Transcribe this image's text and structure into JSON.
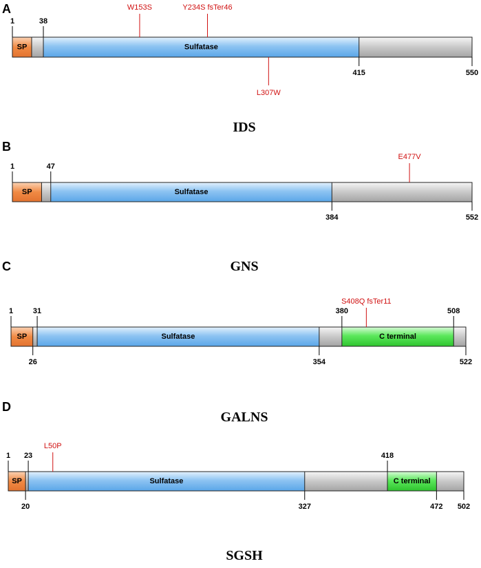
{
  "panels": [
    {
      "letter": "A",
      "gene": "IDS",
      "length": 550,
      "domains": [
        {
          "label": "SP",
          "start": 1,
          "end": 24,
          "color": "#f5a06a"
        },
        {
          "label": "Sulfatase",
          "start": 38,
          "end": 415,
          "color": "#8ec4f2"
        }
      ],
      "ticks": [
        {
          "label": "1",
          "pos": 1,
          "side": "top"
        },
        {
          "label": "38",
          "pos": 38,
          "side": "top"
        },
        {
          "label": "415",
          "pos": 415,
          "side": "bottom"
        },
        {
          "label": "550",
          "pos": 550,
          "side": "bottom"
        }
      ],
      "mutations": [
        {
          "label": "W153S",
          "pos": 153,
          "side": "top"
        },
        {
          "label": "Y234S fsTer46",
          "pos": 234,
          "side": "top"
        },
        {
          "label": "L307W",
          "pos": 307,
          "side": "bottom"
        }
      ]
    },
    {
      "letter": "B",
      "gene": "GNS",
      "length": 552,
      "domains": [
        {
          "label": "SP",
          "start": 1,
          "end": 36,
          "color": "#f5a06a"
        },
        {
          "label": "Sulfatase",
          "start": 47,
          "end": 384,
          "color": "#8ec4f2"
        }
      ],
      "ticks": [
        {
          "label": "1",
          "pos": 1,
          "side": "top"
        },
        {
          "label": "47",
          "pos": 47,
          "side": "top"
        },
        {
          "label": "384",
          "pos": 384,
          "side": "bottom"
        },
        {
          "label": "552",
          "pos": 552,
          "side": "bottom"
        }
      ],
      "mutations": [
        {
          "label": "E477V",
          "pos": 477,
          "side": "top"
        }
      ]
    },
    {
      "letter": "C",
      "gene": "GALNS",
      "length": 522,
      "domains": [
        {
          "label": "SP",
          "start": 1,
          "end": 26,
          "color": "#f5a06a"
        },
        {
          "label": "Sulfatase",
          "start": 31,
          "end": 354,
          "color": "#8ec4f2"
        },
        {
          "label": "C terminal",
          "start": 380,
          "end": 508,
          "color": "#5ce85c"
        }
      ],
      "ticks": [
        {
          "label": "1",
          "pos": 1,
          "side": "top"
        },
        {
          "label": "31",
          "pos": 31,
          "side": "top"
        },
        {
          "label": "380",
          "pos": 380,
          "side": "top"
        },
        {
          "label": "508",
          "pos": 508,
          "side": "top"
        },
        {
          "label": "26",
          "pos": 26,
          "side": "bottom"
        },
        {
          "label": "354",
          "pos": 354,
          "side": "bottom"
        },
        {
          "label": "522",
          "pos": 522,
          "side": "bottom"
        }
      ],
      "mutations": [
        {
          "label": "S408Q fsTer11",
          "pos": 408,
          "side": "top"
        }
      ]
    },
    {
      "letter": "D",
      "gene": "SGSH",
      "length": 502,
      "domains": [
        {
          "label": "SP",
          "start": 1,
          "end": 20,
          "color": "#f5a06a"
        },
        {
          "label": "Sulfatase",
          "start": 23,
          "end": 327,
          "color": "#8ec4f2"
        },
        {
          "label": "C terminal",
          "start": 418,
          "end": 472,
          "color": "#5ce85c"
        }
      ],
      "ticks": [
        {
          "label": "1",
          "pos": 1,
          "side": "top"
        },
        {
          "label": "23",
          "pos": 23,
          "side": "top"
        },
        {
          "label": "418",
          "pos": 418,
          "side": "top"
        },
        {
          "label": "20",
          "pos": 20,
          "side": "bottom"
        },
        {
          "label": "327",
          "pos": 327,
          "side": "bottom"
        },
        {
          "label": "472",
          "pos": 472,
          "side": "bottom"
        },
        {
          "label": "502",
          "pos": 502,
          "side": "bottom"
        }
      ],
      "mutations": [
        {
          "label": "L50P",
          "pos": 50,
          "side": "top"
        }
      ]
    }
  ],
  "colors": {
    "backbone": "#c8c8c8",
    "mutation": "#d01010"
  }
}
